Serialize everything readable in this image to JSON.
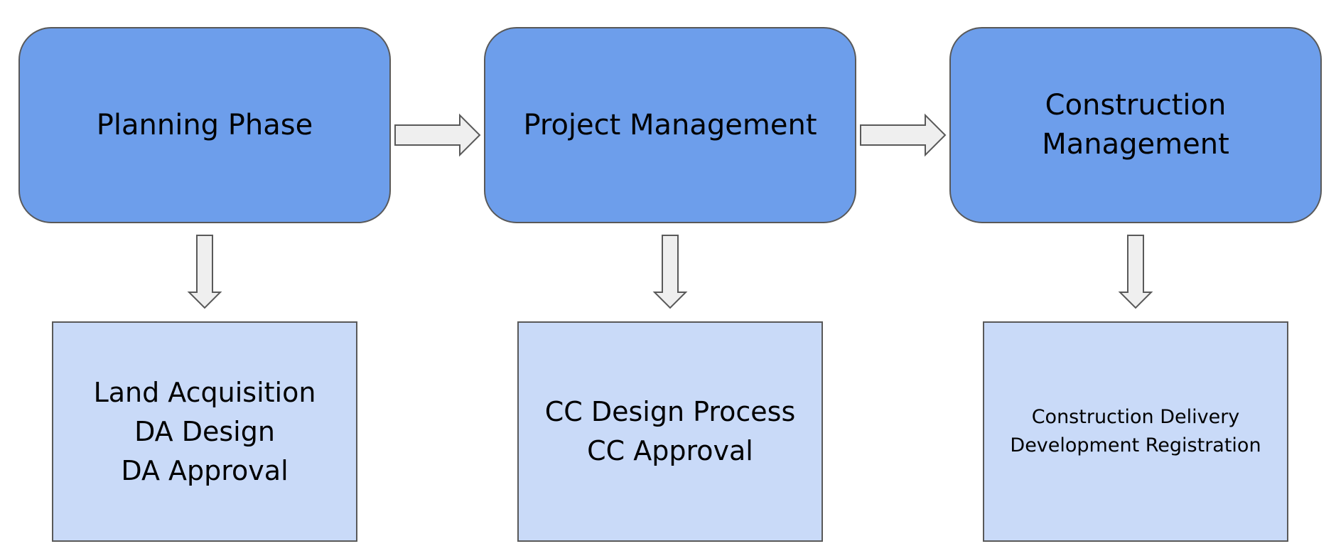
{
  "colors": {
    "phase_fill": "#6d9eeb",
    "task_fill": "#c9daf8",
    "arrow_fill": "#efefef",
    "stroke": "#595959"
  },
  "phases": [
    {
      "title": "Planning Phase",
      "tasks": [
        "Land Acquisition",
        "DA Design",
        "DA Approval"
      ]
    },
    {
      "title": "Project Management",
      "tasks": [
        "CC Design Process",
        "CC Approval"
      ]
    },
    {
      "title": "Construction Management",
      "tasks": [
        "Construction Delivery",
        "Development Registration"
      ]
    }
  ]
}
